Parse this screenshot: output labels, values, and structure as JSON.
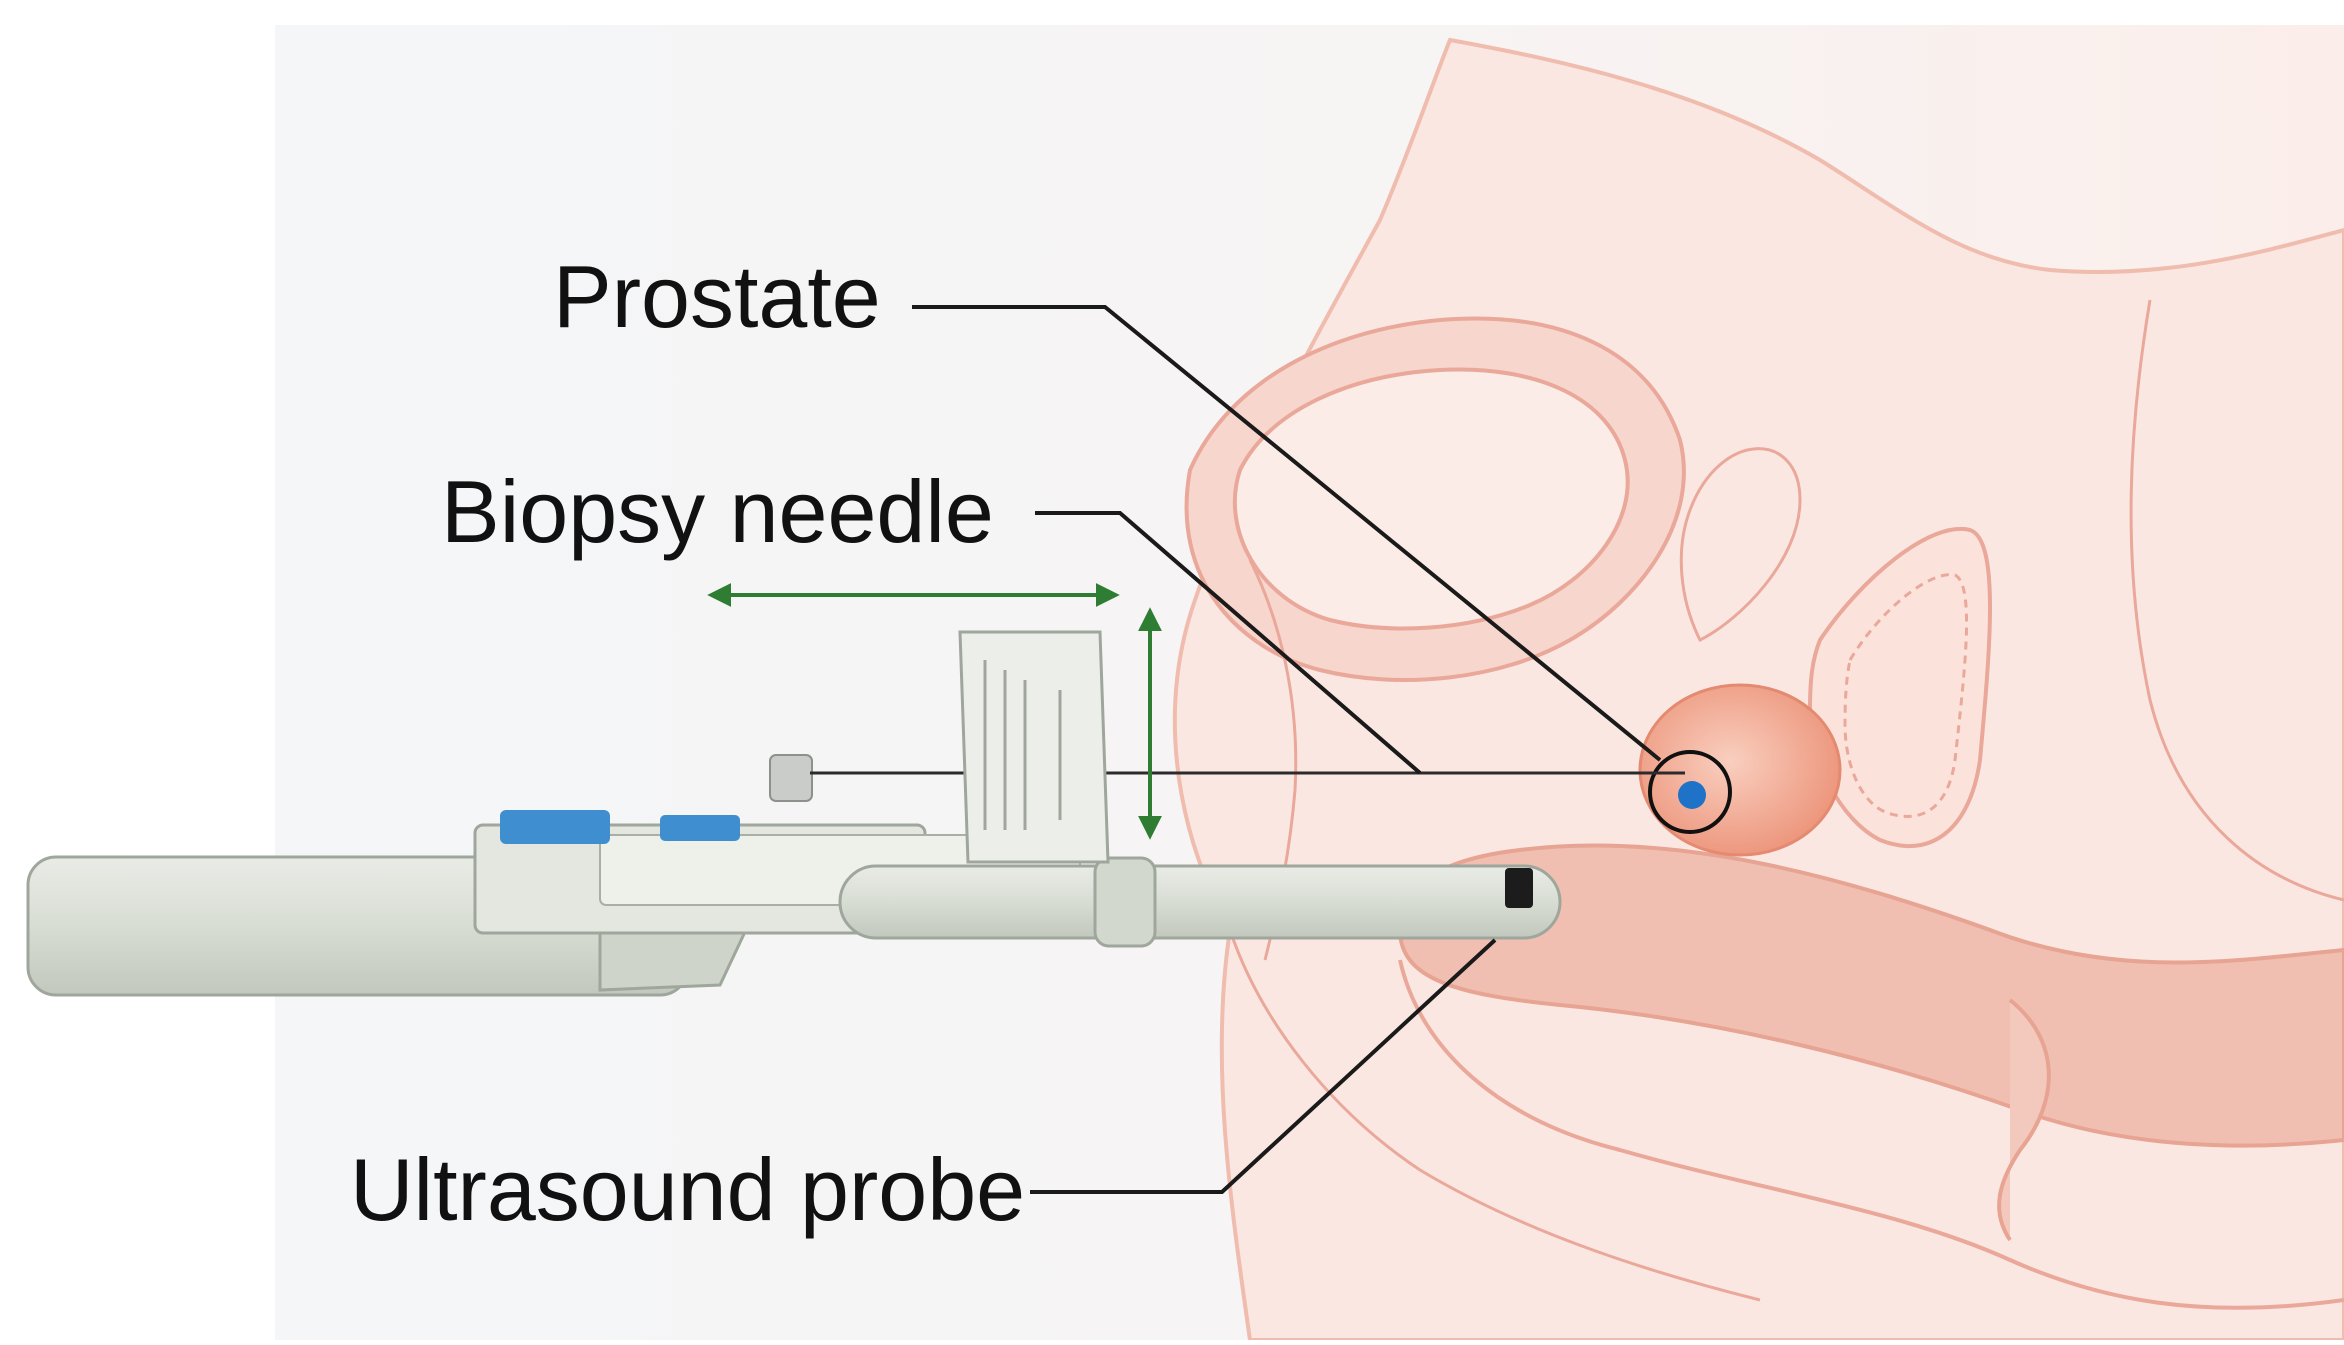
{
  "labels": {
    "prostate": "Prostate",
    "biopsy_needle": "Biopsy needle",
    "ultrasound_probe": "Ultrasound probe"
  },
  "colors": {
    "tissue_fill": "#f6d9d2",
    "tissue_line": "#e9a89a",
    "prostate": "#f1a98e",
    "target": "#1e73c8",
    "device_body": "#dfe3dc",
    "device_edge": "#9fa69c",
    "device_accent": "#3f8fd0",
    "arrow": "#2e7d32",
    "leader": "#1a1a1a"
  },
  "icons": {
    "device": "transrectal-biopsy-device",
    "horizontal_arrow": "double-headed-arrow-horizontal",
    "vertical_arrow": "double-headed-arrow-vertical",
    "target": "target-circle"
  }
}
